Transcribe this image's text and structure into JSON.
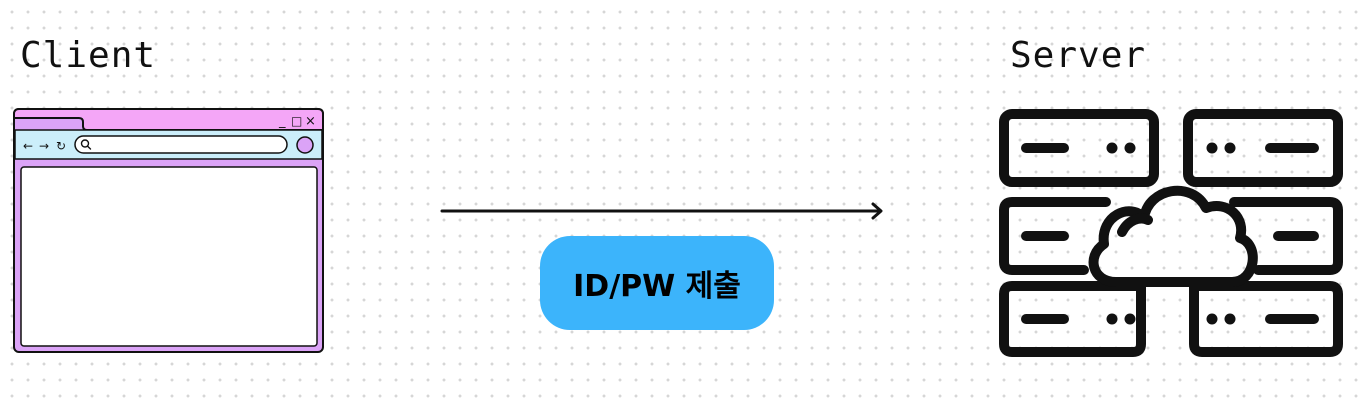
{
  "diagram": {
    "client_title": "Client",
    "server_title": "Server",
    "request_label": "ID/PW 제출"
  },
  "browser_window": {
    "controls": {
      "minimize": "_",
      "maximize": "□",
      "close": "×"
    },
    "nav": {
      "back": "←",
      "forward": "→",
      "reload": "↻"
    }
  },
  "icons": {
    "browser": "browser-window-icon",
    "search": "search-icon",
    "server": "server-rack-icon",
    "cloud": "cloud-icon",
    "arrow": "arrow-right-icon"
  },
  "colors": {
    "browser_tab": "#f4a6f7",
    "browser_toolbar": "#cbeefa",
    "browser_body": "#dba3f7",
    "pill": "#3cb4fb",
    "stroke": "#111111"
  }
}
